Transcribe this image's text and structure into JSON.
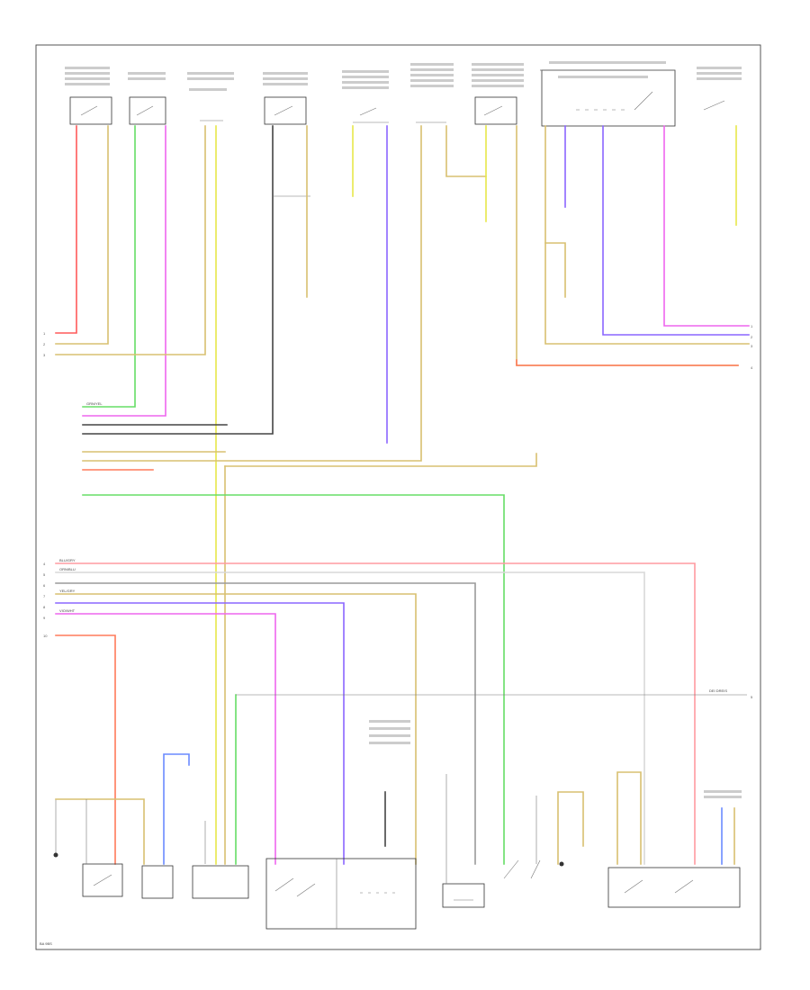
{
  "diagram": {
    "footer_fragment": "BA 9BS",
    "text_fragments": [
      "DEI DREIS",
      "BLU/GRY",
      "ORN/BLU",
      "YEL/GRY",
      "GRN/YEL",
      "VIO/WHT"
    ]
  },
  "colors": {
    "red": "#ff5a5a",
    "salmon": "#ff7a5a",
    "yellow": "#e8e84a",
    "tan": "#d8c070",
    "green": "#66dd66",
    "magenta": "#ee66ee",
    "violet": "#8a66ff",
    "blue": "#6a8aff",
    "gray": "#9a9a9a",
    "darkgray": "#444444",
    "pink": "#ff9aa0",
    "lightgray": "#d8d8d8"
  }
}
